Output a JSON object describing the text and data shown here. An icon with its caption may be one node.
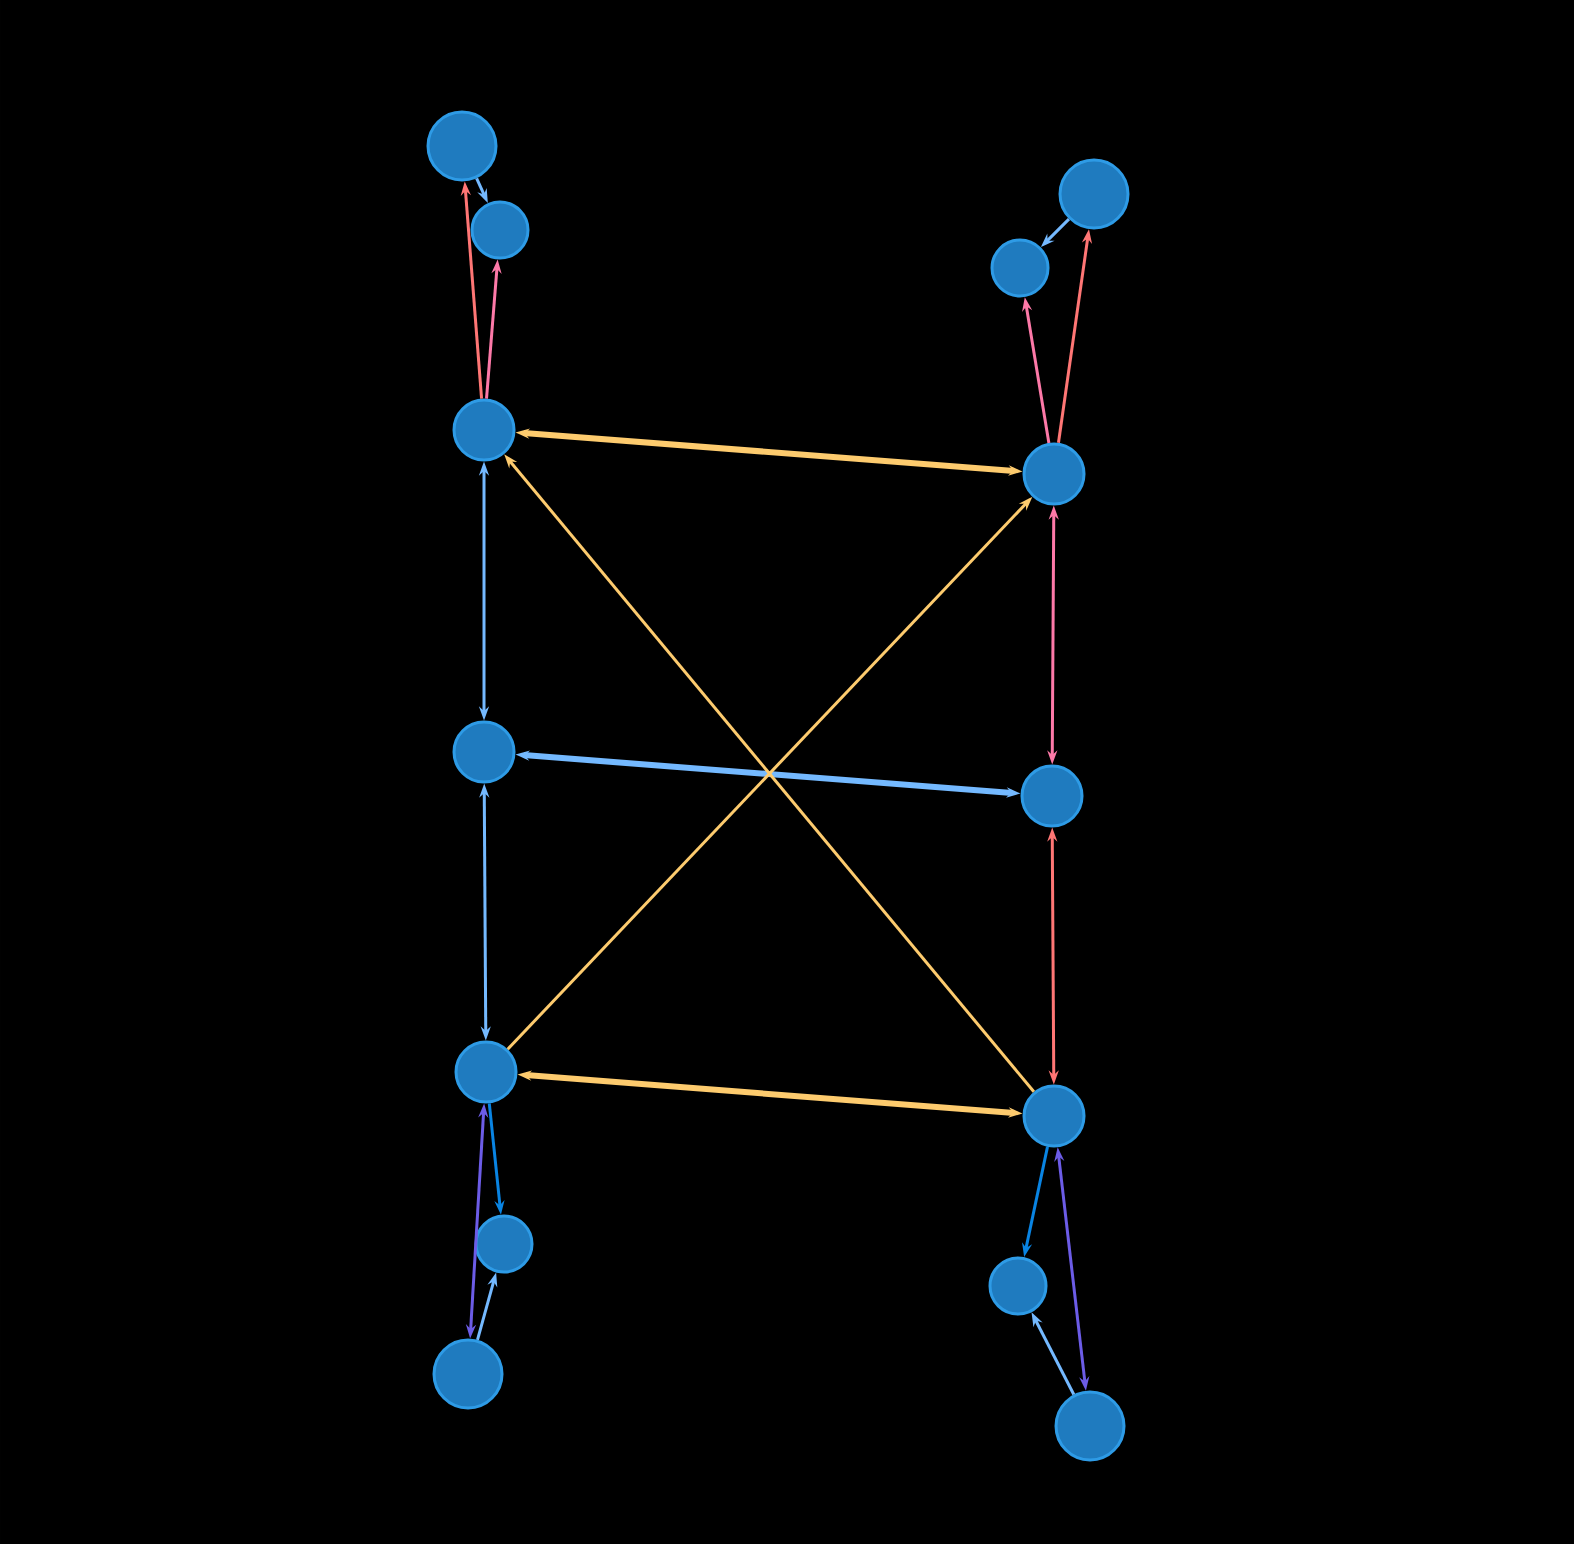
{
  "diagram": {
    "nodes": [
      {
        "text": [],
        "shape": "circle"
      },
      {
        "text": [],
        "shape": "circle"
      },
      {
        "text": [],
        "shape": "circle"
      },
      {
        "text": [],
        "shape": "circle"
      },
      {
        "text": [],
        "shape": "circle"
      },
      {
        "text": [],
        "shape": "circle"
      },
      {
        "text": [],
        "shape": "circle"
      },
      {
        "text": [],
        "shape": "circle"
      },
      {
        "text": [],
        "shape": "circle"
      },
      {
        "text": [],
        "shape": "circle"
      },
      {
        "text": [],
        "shape": "circle"
      },
      {
        "text": [],
        "shape": "circle"
      },
      {
        "text": [],
        "shape": "circle"
      },
      {
        "text": [],
        "shape": "circle"
      }
    ],
    "edges": [
      {
        "from": 2,
        "to": 0,
        "arrow": "to",
        "color": "#ff7675"
      },
      {
        "from": 2,
        "to": 1,
        "arrow": "to",
        "color": "#fd79a8"
      },
      {
        "from": 0,
        "to": 1,
        "arrow": "to"
      },
      {
        "from": 5,
        "to": 4,
        "arrow": "to",
        "color": "#fd79a8"
      },
      {
        "from": 5,
        "to": 3,
        "arrow": "to",
        "color": "#ff7675"
      },
      {
        "from": 3,
        "to": 4,
        "arrow": "to"
      },
      {
        "from": 2,
        "to": 5,
        "arrow": "both",
        "style": "thick",
        "color": "#fdcb6e"
      },
      {
        "from": 6,
        "to": 7,
        "arrow": "both",
        "style": "thick"
      },
      {
        "from": 8,
        "to": 9,
        "arrow": "both",
        "style": "thick",
        "color": "#fdcb6e"
      },
      {
        "from": 9,
        "to": 2,
        "arrow": "to",
        "color": "#fdcb6e"
      },
      {
        "from": 8,
        "to": 5,
        "arrow": "to",
        "color": "#fdcb6e"
      },
      {
        "from": 6,
        "to": 2,
        "arrow": "both"
      },
      {
        "from": 8,
        "to": 6,
        "arrow": "both"
      },
      {
        "from": 5,
        "to": 7,
        "arrow": "both",
        "color": "#fd79a8"
      },
      {
        "from": 9,
        "to": 7,
        "arrow": "both",
        "color": "#ff7675"
      },
      {
        "from": 8,
        "to": 11,
        "arrow": "both",
        "color": "#6c5ce7"
      },
      {
        "from": 8,
        "to": 10,
        "arrow": "to",
        "color": "#0984e3"
      },
      {
        "from": 11,
        "to": 10,
        "arrow": "to"
      },
      {
        "from": 9,
        "to": 12,
        "arrow": "to",
        "color": "#0984e3"
      },
      {
        "from": 13,
        "to": 12,
        "arrow": "to"
      },
      {
        "from": 9,
        "to": 13,
        "arrow": "both",
        "color": "#6c5ce7"
      }
    ]
  }
}
